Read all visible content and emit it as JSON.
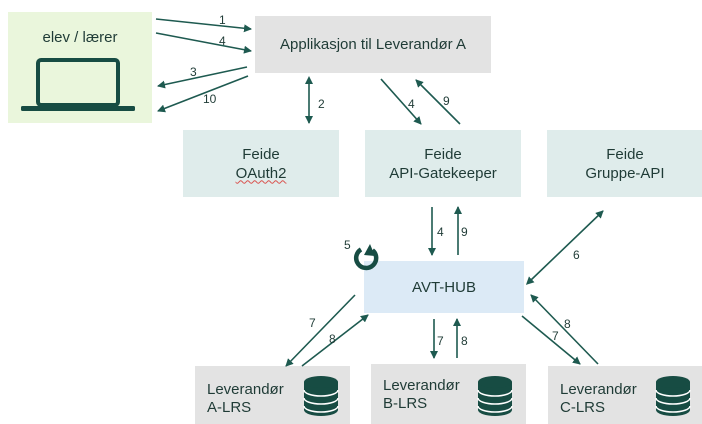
{
  "colors": {
    "arrow": "#1e5a50",
    "box_gray": "#e3e3e3",
    "box_teal": "#dfeceb",
    "box_client": "#eaf6dc",
    "hub": "#dceaf6",
    "icon": "#174c43",
    "text": "#1f3b36"
  },
  "client": {
    "label": "elev / lærer",
    "icon": "laptop-icon"
  },
  "app": {
    "label": "Applikasjon til Leverandør A"
  },
  "oauth": {
    "line1": "Feide",
    "line2": "OAuth2"
  },
  "gatekeeper": {
    "line1": "Feide",
    "line2": "API-Gatekeeper"
  },
  "group_api": {
    "line1": "Feide",
    "line2": "Gruppe-API"
  },
  "hub": {
    "label": "AVT-HUB",
    "icon": "refresh-cycle-icon"
  },
  "lrs": [
    {
      "line1": "Leverandør",
      "line2": "A-LRS",
      "icon": "database-icon"
    },
    {
      "line1": "Leverandør",
      "line2": "B-LRS",
      "icon": "database-icon"
    },
    {
      "line1": "Leverandør",
      "line2": "C-LRS",
      "icon": "database-icon"
    }
  ],
  "arrow_labels": {
    "client_to_app_1": "1",
    "client_to_app_4": "4",
    "app_to_client_3": "3",
    "app_to_client_10": "10",
    "app_oauth_2": "2",
    "app_to_gatekeeper_4": "4",
    "gatekeeper_to_app_9": "9",
    "gatekeeper_to_hub_4": "4",
    "hub_to_gatekeeper_9": "9",
    "hub_cycle_5": "5",
    "hub_group_api_6": "6",
    "hub_to_a_7": "7",
    "a_to_hub_8": "8",
    "hub_to_b_7": "7",
    "b_to_hub_8": "8",
    "hub_to_c_7": "7",
    "c_to_hub_8": "8"
  }
}
